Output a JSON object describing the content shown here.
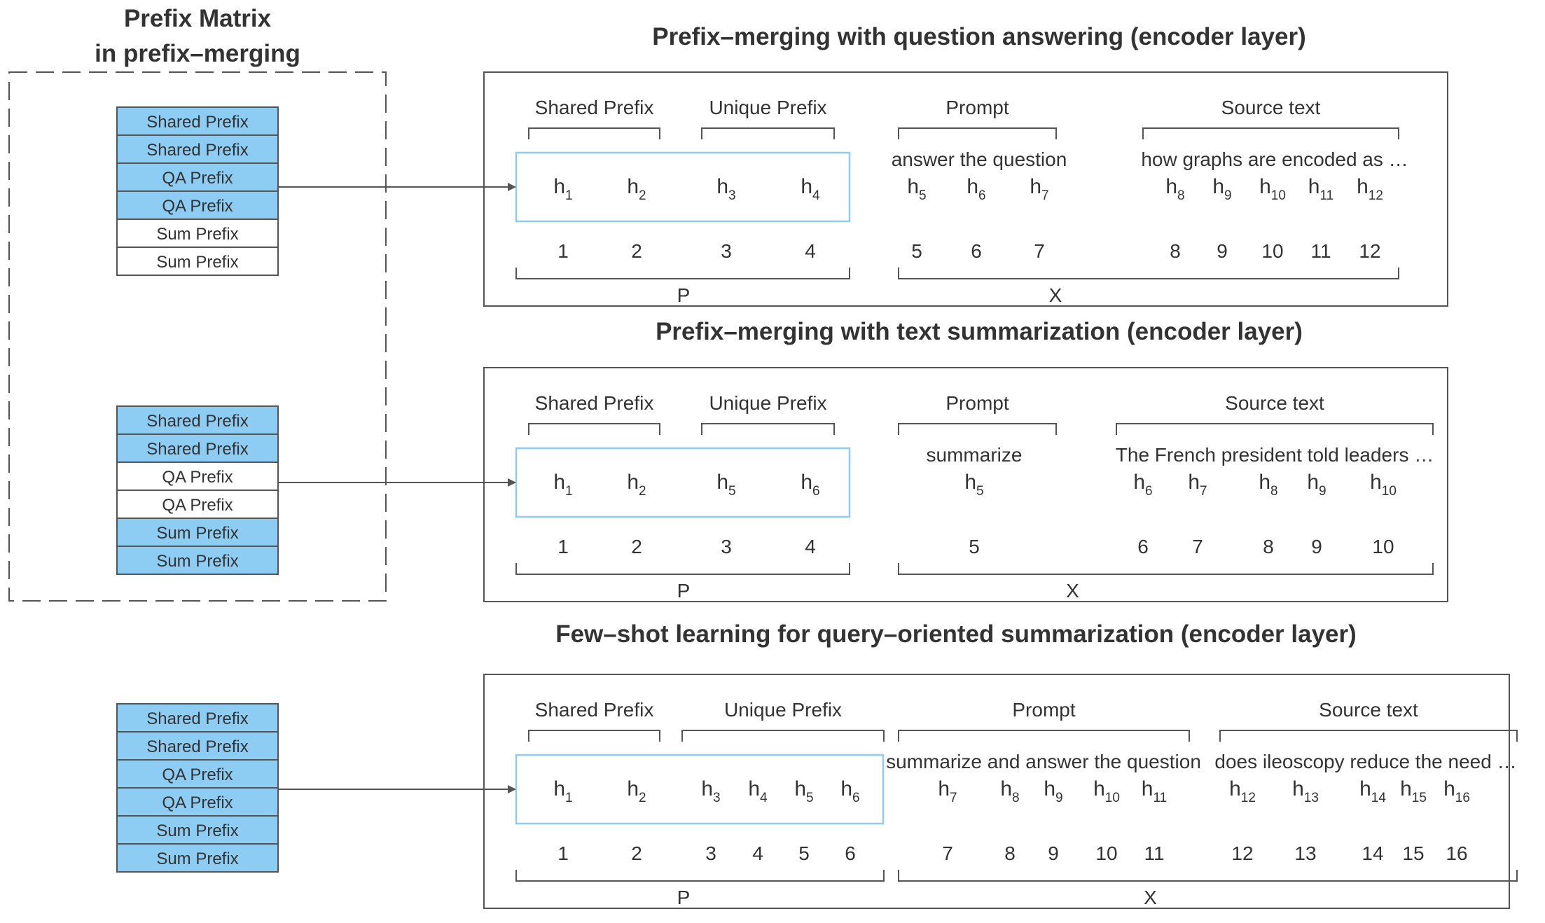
{
  "matrix_title": [
    "Prefix Matrix",
    "in prefix–merging"
  ],
  "colors": {
    "filled": "#8ecdf3",
    "empty": "#ffffff",
    "cell_border": "#555555",
    "highlight": "#8ecdf3",
    "line": "#555555"
  },
  "matrices": [
    {
      "rows": [
        {
          "label": "Shared Prefix",
          "filled": true
        },
        {
          "label": "Shared Prefix",
          "filled": true
        },
        {
          "label": "QA Prefix",
          "filled": true
        },
        {
          "label": "QA Prefix",
          "filled": true
        },
        {
          "label": "Sum Prefix",
          "filled": false
        },
        {
          "label": "Sum Prefix",
          "filled": false
        }
      ]
    },
    {
      "rows": [
        {
          "label": "Shared Prefix",
          "filled": true
        },
        {
          "label": "Shared Prefix",
          "filled": true
        },
        {
          "label": "QA Prefix",
          "filled": false
        },
        {
          "label": "QA Prefix",
          "filled": false
        },
        {
          "label": "Sum Prefix",
          "filled": true
        },
        {
          "label": "Sum Prefix",
          "filled": true
        }
      ]
    },
    {
      "rows": [
        {
          "label": "Shared Prefix",
          "filled": true
        },
        {
          "label": "Shared Prefix",
          "filled": true
        },
        {
          "label": "QA Prefix",
          "filled": true
        },
        {
          "label": "QA Prefix",
          "filled": true
        },
        {
          "label": "Sum Prefix",
          "filled": true
        },
        {
          "label": "Sum Prefix",
          "filled": true
        }
      ]
    }
  ],
  "panels": [
    {
      "title": "Prefix–merging with question answering (encoder layer)",
      "groups": {
        "shared": "Shared Prefix",
        "unique": "Unique Prefix",
        "prompt": "Prompt",
        "source": "Source text"
      },
      "prompt_text": "answer the question",
      "source_text": "how graphs are encoded as …",
      "prefix_tokens": [
        {
          "h": "h",
          "sub": "1",
          "num": "1"
        },
        {
          "h": "h",
          "sub": "2",
          "num": "2"
        },
        {
          "h": "h",
          "sub": "3",
          "num": "3"
        },
        {
          "h": "h",
          "sub": "4",
          "num": "4"
        }
      ],
      "x_tokens": [
        {
          "h": "h",
          "sub": "5",
          "num": "5"
        },
        {
          "h": "h",
          "sub": "6",
          "num": "6"
        },
        {
          "h": "h",
          "sub": "7",
          "num": "7"
        },
        {
          "h": "h",
          "sub": "8",
          "num": "8"
        },
        {
          "h": "h",
          "sub": "9",
          "num": "9"
        },
        {
          "h": "h",
          "sub": "10",
          "num": "10"
        },
        {
          "h": "h",
          "sub": "11",
          "num": "11"
        },
        {
          "h": "h",
          "sub": "12",
          "num": "12"
        }
      ],
      "p_label": "P",
      "x_label": "X"
    },
    {
      "title": "Prefix–merging with text summarization (encoder layer)",
      "groups": {
        "shared": "Shared Prefix",
        "unique": "Unique Prefix",
        "prompt": "Prompt",
        "source": "Source text"
      },
      "prompt_text": "summarize",
      "source_text": "The French president told leaders …",
      "prefix_tokens": [
        {
          "h": "h",
          "sub": "1",
          "num": "1"
        },
        {
          "h": "h",
          "sub": "2",
          "num": "2"
        },
        {
          "h": "h",
          "sub": "5",
          "num": "3"
        },
        {
          "h": "h",
          "sub": "6",
          "num": "4"
        }
      ],
      "x_tokens": [
        {
          "h": "h",
          "sub": "5",
          "num": "5"
        },
        {
          "h": "h",
          "sub": "6",
          "num": "6"
        },
        {
          "h": "h",
          "sub": "7",
          "num": "7"
        },
        {
          "h": "h",
          "sub": "8",
          "num": "8"
        },
        {
          "h": "h",
          "sub": "9",
          "num": "9"
        },
        {
          "h": "h",
          "sub": "10",
          "num": "10"
        }
      ],
      "p_label": "P",
      "x_label": "X"
    },
    {
      "title": "Few–shot learning for query–oriented summarization (encoder layer)",
      "groups": {
        "shared": "Shared Prefix",
        "unique": "Unique Prefix",
        "prompt": "Prompt",
        "source": "Source text"
      },
      "prompt_text": "summarize and answer the question",
      "source_text": "does ileoscopy reduce the need …",
      "prefix_tokens": [
        {
          "h": "h",
          "sub": "1",
          "num": "1"
        },
        {
          "h": "h",
          "sub": "2",
          "num": "2"
        },
        {
          "h": "h",
          "sub": "3",
          "num": "3"
        },
        {
          "h": "h",
          "sub": "4",
          "num": "4"
        },
        {
          "h": "h",
          "sub": "5",
          "num": "5"
        },
        {
          "h": "h",
          "sub": "6",
          "num": "6"
        }
      ],
      "x_tokens": [
        {
          "h": "h",
          "sub": "7",
          "num": "7"
        },
        {
          "h": "h",
          "sub": "8",
          "num": "8"
        },
        {
          "h": "h",
          "sub": "9",
          "num": "9"
        },
        {
          "h": "h",
          "sub": "10",
          "num": "10"
        },
        {
          "h": "h",
          "sub": "11",
          "num": "11"
        },
        {
          "h": "h",
          "sub": "12",
          "num": "12"
        },
        {
          "h": "h",
          "sub": "13",
          "num": "13"
        },
        {
          "h": "h",
          "sub": "14",
          "num": "14"
        },
        {
          "h": "h",
          "sub": "15",
          "num": "15"
        },
        {
          "h": "h",
          "sub": "16",
          "num": "16"
        }
      ],
      "p_label": "P",
      "x_label": "X"
    }
  ]
}
